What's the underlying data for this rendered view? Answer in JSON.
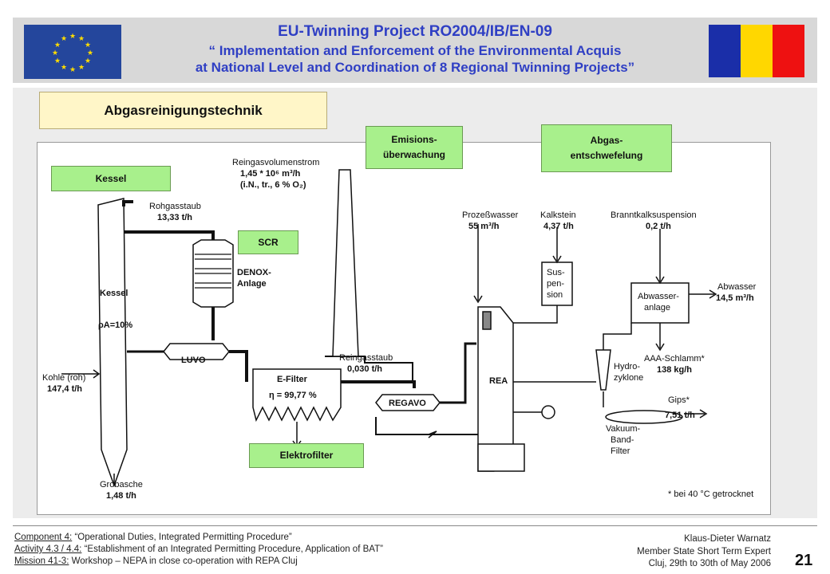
{
  "header": {
    "title_line1": "EU-Twinning  Project  RO2004/IB/EN-09",
    "title_line2": "“ Implementation and Enforcement of the Environmental Acquis",
    "title_line3": "at National Level and Coordination of 8 Regional Twinning Projects”"
  },
  "colors": {
    "eu_blue": "#24469c",
    "eu_star": "#ffdd00",
    "ro_blue": "#1a2ea8",
    "ro_yellow": "#ffd700",
    "ro_red": "#ee1111",
    "title_blue": "#2f3fc4",
    "label_green": "#a8f08c",
    "title_box": "#fff6c8"
  },
  "slide_title": "Abgasreinigungstechnik",
  "labels": {
    "kessel": "Kessel",
    "scr": "SCR",
    "elektrofilter": "Elektrofilter",
    "emissions_line1": "Emisions-",
    "emissions_line2": "überwachung",
    "abgas_line1": "Abgas-",
    "abgas_line2": "entschwefelung"
  },
  "diagram": {
    "reingas_vol_1": "Reingasvolumenstrom",
    "reingas_vol_2": "1,45 * 10⁶ m³/h",
    "reingas_vol_3": "(i.N., tr., 6 % O₂)",
    "rohgasstaub_1": "Rohgasstaub",
    "rohgasstaub_2": "13,33 t/h",
    "denox_1": "DENOX-",
    "denox_2": "Anlage",
    "kessel": "Kessel",
    "rho": "ρA=10%",
    "kohle_1": "Kohle (roh)",
    "kohle_2": "147,4 t/h",
    "luvo": "LUVO",
    "efilter_1": "E-Filter",
    "efilter_2": "η = 99,77 %",
    "reingasstaub_1": "Reingasstaub",
    "reingasstaub_2": "0,030 t/h",
    "regavo": "REGAVO",
    "rea": "REA",
    "grobasche_1": "Grobasche",
    "grobasche_2": "1,48 t/h",
    "prozesswasser_1": "Prozeßwasser",
    "prozesswasser_2": "55 m³/h",
    "kalkstein_1": "Kalkstein",
    "kalkstein_2": "4,37 t/h",
    "branntkalk_1": "Branntkalksuspension",
    "branntkalk_2": "0,2 t/h",
    "suspension_1": "Sus-",
    "suspension_2": "pen-",
    "suspension_3": "sion",
    "abwasseranlage_1": "Abwasser-",
    "abwasseranlage_2": "anlage",
    "abwasser_1": "Abwasser",
    "abwasser_2": "14,5 m³/h",
    "aaa_1": "AAA-Schlamm*",
    "aaa_2": "138 kg/h",
    "hydro_1": "Hydro-",
    "hydro_2": "zyklone",
    "gips_1": "Gips*",
    "gips_2": "7,51 t/h",
    "vakuum_1": "Vakuum-",
    "vakuum_2": "Band-",
    "vakuum_3": "Filter",
    "footnote": "* bei 40 °C getrocknet"
  },
  "footer": {
    "line1_label": "Component 4:",
    "line1_text": " “Operational Duties, Integrated Permitting Procedure”",
    "line2_label": "Activity 4.3 / 4.4:",
    "line2_text": " “Establishment of an Integrated Permitting Procedure, Application of BAT”",
    "line3_label": "Mission 41-3:",
    "line3_text": " Workshop – NEPA in close co-operation with REPA Cluj",
    "author": "Klaus-Dieter Warnatz",
    "role": "Member State Short Term  Expert",
    "date": "Cluj, 29th to 30th of May 2006",
    "page": "21"
  }
}
